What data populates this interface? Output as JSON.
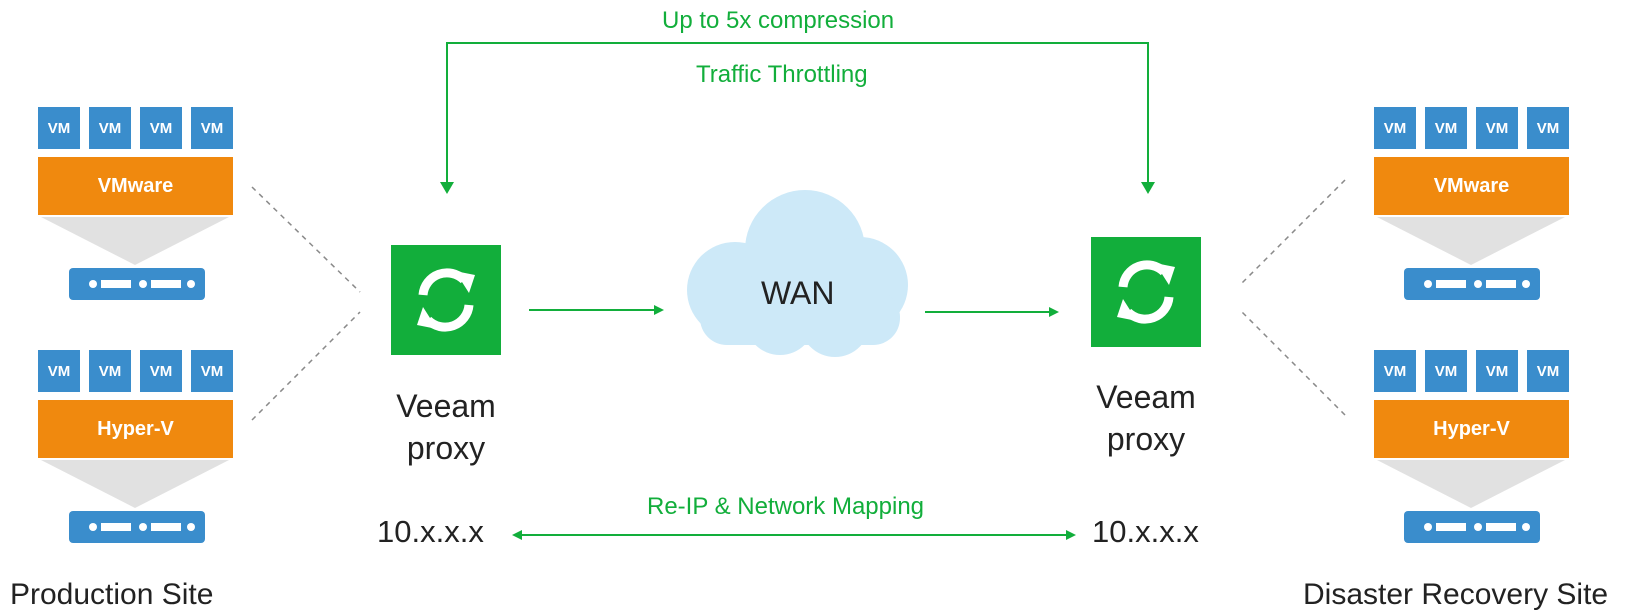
{
  "top": {
    "compression": "Up to 5x compression",
    "throttling": "Traffic Throttling"
  },
  "bottom": {
    "mapping": "Re-IP & Network Mapping"
  },
  "wan": "WAN",
  "production": {
    "site_label": "Production Site",
    "vmware": {
      "vm_labels": [
        "VM",
        "VM",
        "VM",
        "VM"
      ],
      "label": "VMware"
    },
    "hyperv": {
      "vm_labels": [
        "VM",
        "VM",
        "VM",
        "VM"
      ],
      "label": "Hyper-V"
    },
    "proxy_line1": "Veeam",
    "proxy_line2": "proxy",
    "ip": "10.x.x.x"
  },
  "dr": {
    "site_label": "Disaster Recovery Site",
    "vmware": {
      "vm_labels": [
        "VM",
        "VM",
        "VM",
        "VM"
      ],
      "label": "VMware"
    },
    "hyperv": {
      "vm_labels": [
        "VM",
        "VM",
        "VM",
        "VM"
      ],
      "label": "Hyper-V"
    },
    "proxy_line1": "Veeam",
    "proxy_line2": "proxy",
    "ip": "10.x.x.x"
  },
  "colors": {
    "green": "#12ae3b",
    "blue": "#3a8dcc",
    "orange": "#f0890e",
    "cloud": "#cde9f8"
  },
  "icons": [
    "sync-icon",
    "cloud-icon",
    "server-icon"
  ]
}
